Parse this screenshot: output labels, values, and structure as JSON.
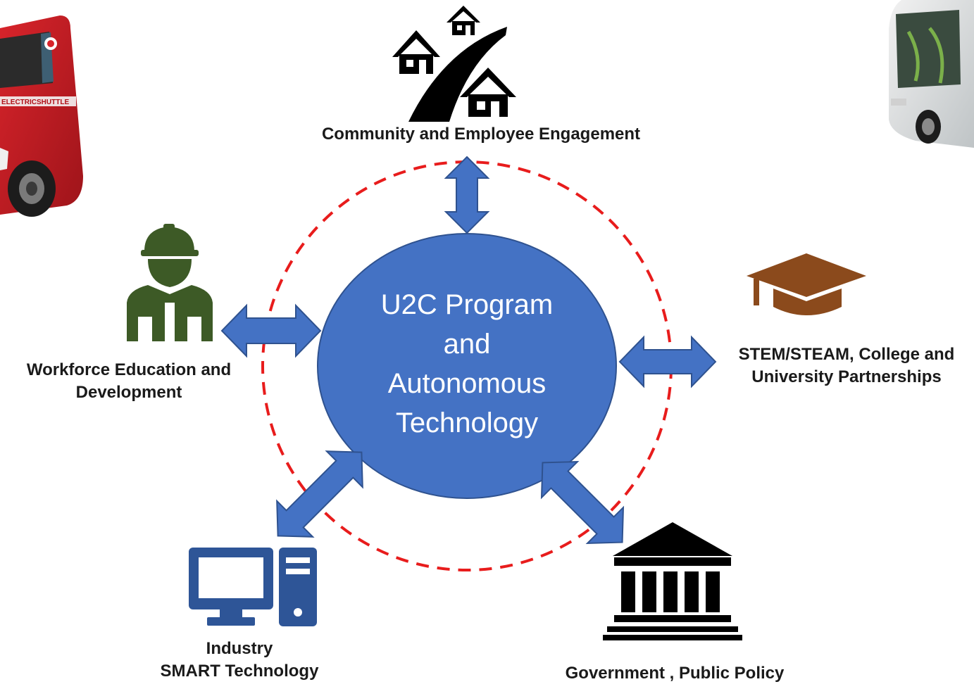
{
  "center": {
    "lines": [
      "U2C Program",
      "and",
      "Autonomous",
      "Technology"
    ]
  },
  "nodes": {
    "community": {
      "label": "Community and Employee Engagement",
      "icon": "houses-road-icon"
    },
    "workforce": {
      "line1": "Workforce Education and",
      "line2": "Development",
      "icon": "construction-worker-icon"
    },
    "stem": {
      "line1": "STEM/STEAM, College and",
      "line2": "University Partnerships",
      "icon": "graduation-cap-icon"
    },
    "industry": {
      "line1": "Industry",
      "line2": "SMART Technology",
      "icon": "desktop-computer-icon"
    },
    "government": {
      "label": "Government , Public Policy",
      "icon": "government-building-icon"
    }
  },
  "photos": {
    "left": {
      "text": "ELECTRICSHUTTLE",
      "icon": "electric-shuttle-photo"
    },
    "right": {
      "icon": "shuttle-van-photo"
    }
  },
  "colors": {
    "core_fill": "#4472c4",
    "arrow_fill": "#4472c4",
    "ring_stroke": "#e81c1c",
    "worker": "#3d5a26",
    "cap": "#8b4a1c",
    "computer": "#2e5597",
    "black": "#000000"
  }
}
